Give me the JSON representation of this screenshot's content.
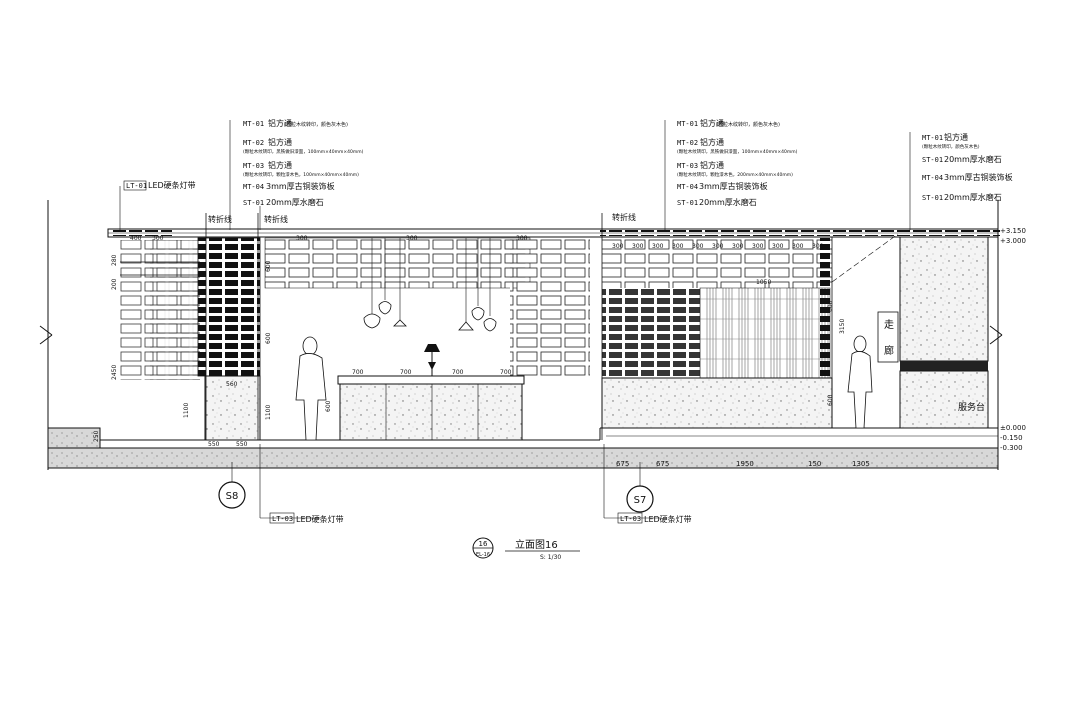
{
  "drawing": {
    "title": "立面图16",
    "scale": "S: 1/30",
    "number": "16",
    "sheet": "EL-16"
  },
  "callouts": {
    "left": [
      {
        "code": "MT-01",
        "text": "铝方通",
        "sub": "(颗粒木纹转印，颜色灰木色)"
      },
      {
        "code": "MT-02",
        "text": "铝方通",
        "sub": "(颗粒木纹转印，黑铁做旧漆面，100mm×40mm×40mm)"
      },
      {
        "code": "MT-03",
        "text": "铝方通",
        "sub": "(颗粒木纹转印，颗粒漆木色，100mm×40mm×40mm)"
      },
      {
        "code": "MT-04",
        "text": "3mm厚古铜装饰板",
        "sub": ""
      },
      {
        "code": "ST-01",
        "text": "20mm厚水磨石",
        "sub": ""
      }
    ],
    "middle": [
      {
        "code": "MT-01",
        "text": "铝方通",
        "sub": "(颗粒木纹转印，颜色灰木色)"
      },
      {
        "code": "MT-02",
        "text": "铝方通",
        "sub": "(颗粒木纹转印，黑铁做旧漆面，100mm×40mm×40mm)"
      },
      {
        "code": "MT-03",
        "text": "铝方通",
        "sub": "(颗粒木纹转印，颗粒漆木色，200mm×40mm×40mm)"
      },
      {
        "code": "MT-04",
        "text": "3mm厚古铜装饰板",
        "sub": ""
      },
      {
        "code": "ST-01",
        "text": "20mm厚水磨石",
        "sub": ""
      }
    ],
    "right": [
      {
        "code": "MT-01",
        "text": "铝方通",
        "sub": "(颗粒木纹转印，颜色灰木色)"
      },
      {
        "code": "ST-01",
        "text": "20mm厚水磨石",
        "sub": ""
      },
      {
        "code": "MT-04",
        "text": "3mm厚古铜装饰板",
        "sub": ""
      },
      {
        "code": "ST-01",
        "text": "20mm厚水磨石",
        "sub": ""
      }
    ],
    "led_top": {
      "code": "LT-01",
      "text": "LED硬条灯带"
    },
    "led_bottom_left": {
      "code": "LT-03",
      "text": "LED硬条灯带"
    },
    "led_bottom_right": {
      "code": "LT-03",
      "text": "LED硬条灯带"
    }
  },
  "labels": {
    "break_line_1": "转折线",
    "break_line_2": "转折线",
    "break_line_3": "转折线",
    "corridor": "走廊",
    "service_counter": "服务台",
    "section_s8": "S8",
    "section_s7": "S7"
  },
  "levels": [
    "+3.150",
    "+3.000",
    "±0.000",
    "-0.150",
    "-0.300"
  ],
  "dims": {
    "bottom_right": [
      "675",
      "675",
      "1950",
      "150",
      "1305"
    ],
    "counter_top": [
      "700",
      "700",
      "700",
      "700"
    ],
    "left_vertical": [
      "280",
      "200",
      "2450",
      "1100",
      "250"
    ],
    "top_left": [
      "400",
      "300",
      "300",
      "300",
      "300"
    ],
    "screen_vertical": [
      "1100",
      "600",
      "600"
    ],
    "base_left": [
      "550",
      "550"
    ],
    "mid_width": [
      "560"
    ],
    "right_top": [
      "300",
      "300",
      "300",
      "300",
      "300",
      "300",
      "300",
      "300",
      "300",
      "300",
      "300"
    ],
    "right_misc": [
      "1050",
      "3150",
      "600",
      "600"
    ],
    "counter_height": [
      "600"
    ]
  }
}
